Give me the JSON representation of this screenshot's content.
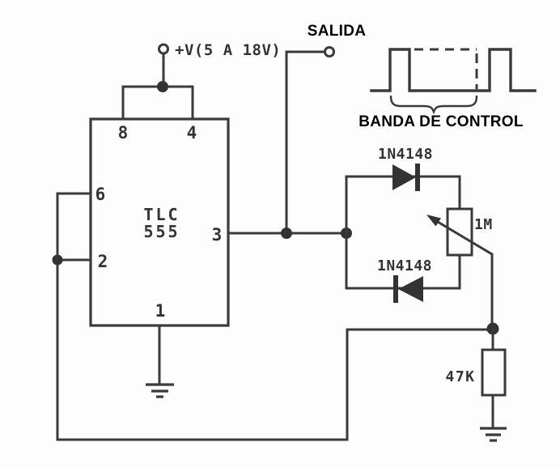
{
  "schematic": {
    "supply_label": "+V(5 A 18V)",
    "output_label": "SALIDA",
    "control_band_label": "BANDA DE CONTROL",
    "ic": {
      "line1": "TLC",
      "line2": "555",
      "pins": {
        "p8": "8",
        "p4": "4",
        "p6": "6",
        "p2": "2",
        "p3": "3",
        "p1": "1"
      }
    },
    "components": {
      "diode_top": "1N4148",
      "diode_bottom": "1N4148",
      "potentiometer": "1M",
      "resistor": "47K"
    },
    "colors": {
      "ink": "#3a3a3a",
      "component_fill": "#333333",
      "annotation_text": "#000000",
      "paper": "#fdfdfd"
    }
  }
}
